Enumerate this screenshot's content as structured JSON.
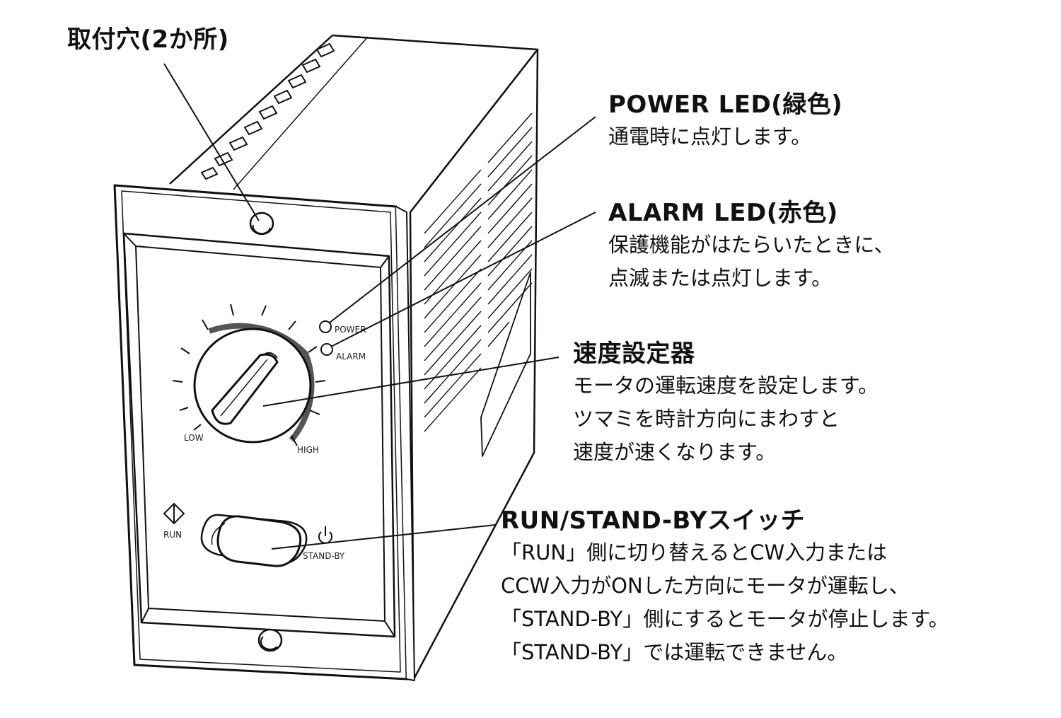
{
  "callouts": {
    "mounting": {
      "title": "取付穴(2か所)"
    },
    "power": {
      "title": "POWER LED(緑色)",
      "lines": [
        "通電時に点灯します。"
      ]
    },
    "alarm": {
      "title": "ALARM LED(赤色)",
      "lines": [
        "保護機能がはたらいたときに、",
        "点滅または点灯します。"
      ]
    },
    "speed": {
      "title": "速度設定器",
      "lines": [
        "モータの運転速度を設定します。",
        "ツマミを時計方向にまわすと",
        "速度が速くなります。"
      ]
    },
    "switch": {
      "title": "RUN/STAND-BYスイッチ",
      "lines": [
        "「RUN」側に切り替えるとCW入力または",
        "CCW入力がONした方向にモータが運転し、",
        "「STAND-BY」側にするとモータが停止します。",
        "「STAND-BY」では運転できません。"
      ]
    }
  },
  "device_labels": {
    "power": "POWER",
    "alarm": "ALARM",
    "low": "LOW",
    "high": "HIGH",
    "run": "RUN",
    "standby": "STAND-BY"
  },
  "colors": {
    "line": "#111111",
    "background": "#ffffff"
  }
}
